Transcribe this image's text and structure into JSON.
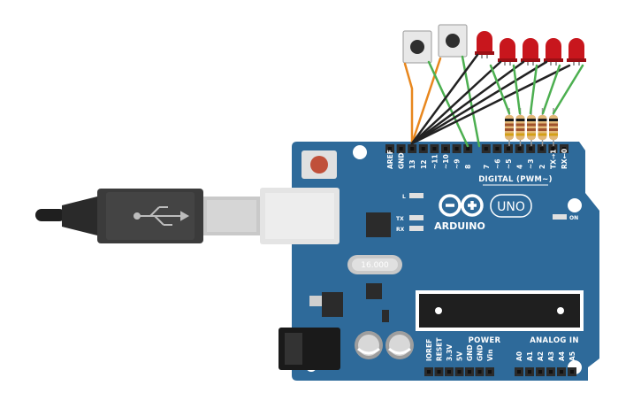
{
  "board": {
    "brand": "ARDUINO",
    "model": "UNO",
    "crystal_label": "16.000",
    "section_digital": "DIGITAL (PWM~)",
    "section_power": "POWER",
    "section_analog": "ANALOG IN",
    "led_l": "L",
    "led_tx": "TX",
    "led_rx": "RX",
    "led_on": "ON",
    "digital_pins": [
      "AREF",
      "GND",
      "13",
      "12",
      "~11",
      "~10",
      "~9",
      "8",
      "7",
      "~6",
      "~5",
      "4",
      "~3",
      "2",
      "TX→1",
      "RX←0"
    ],
    "power_pins": [
      "IOREF",
      "RESET",
      "3.3V",
      "5V",
      "GND",
      "GND",
      "Vin"
    ],
    "analog_pins": [
      "A0",
      "A1",
      "A2",
      "A3",
      "A4",
      "A5"
    ]
  },
  "components": {
    "pushbuttons": 2,
    "leds": 5,
    "led_color": "#c8161d",
    "resistors": 5
  },
  "colors": {
    "board": "#2e6a9a",
    "board_dark": "#1f4f78",
    "header": "#2b2b2b",
    "wire_orange": "#e8871e",
    "wire_green": "#4caf50",
    "wire_black": "#222222",
    "cable": "#3a3a3a"
  }
}
